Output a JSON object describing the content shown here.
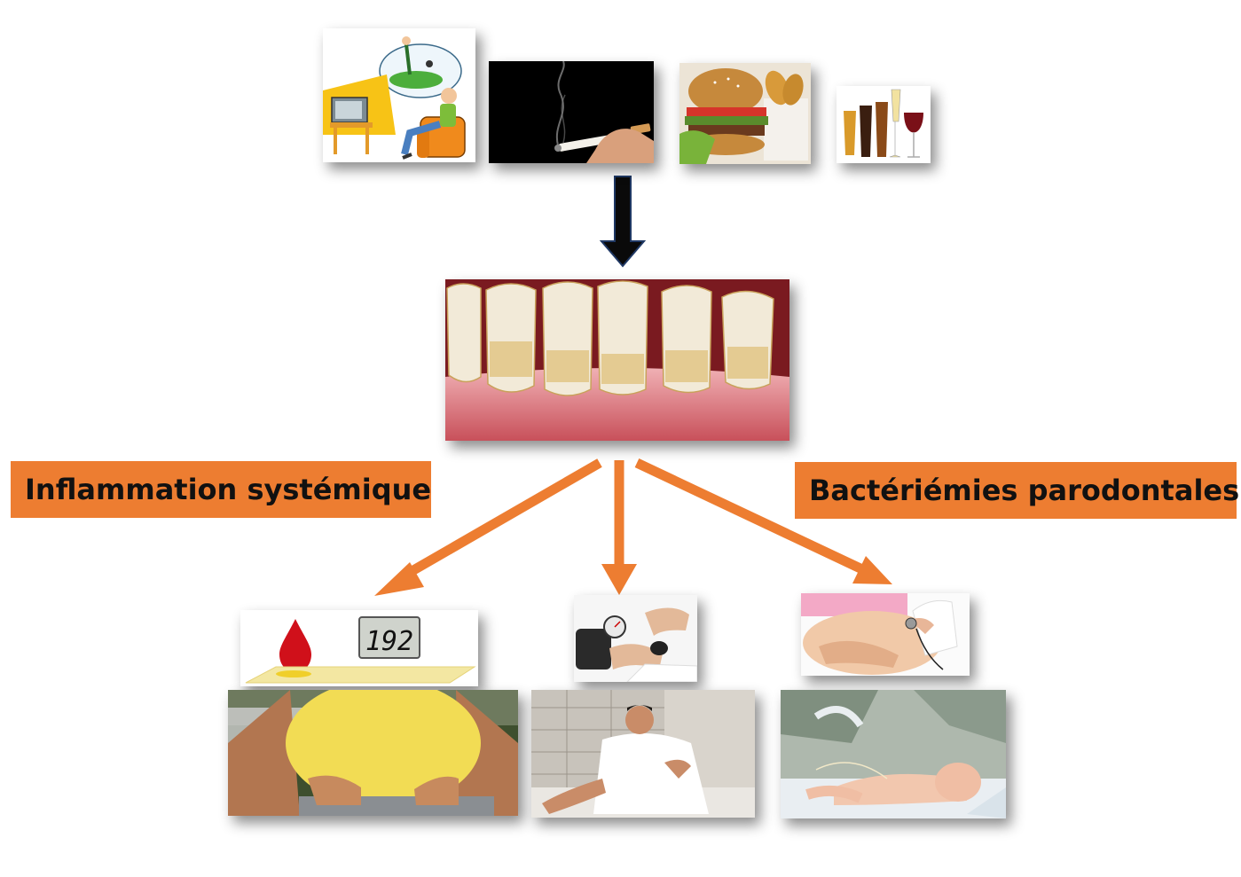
{
  "labels": {
    "left": "Inflammation systémique",
    "right": "Bactériémies parodontales"
  },
  "glucometer": {
    "reading": "192"
  },
  "colors": {
    "accent_orange": "#ed7d31",
    "down_arrow_fill": "#0a0a0a",
    "down_arrow_stroke": "#1f3864"
  },
  "images": {
    "risk_factors": [
      "sedentary-lifestyle",
      "smoking",
      "fast-food",
      "alcohol"
    ],
    "center": "periodontal-disease-teeth",
    "outcomes": [
      "diabetes-glucometer",
      "obesity",
      "blood-pressure",
      "cardiovascular-chest-pain",
      "pregnancy",
      "premature-newborn"
    ]
  }
}
